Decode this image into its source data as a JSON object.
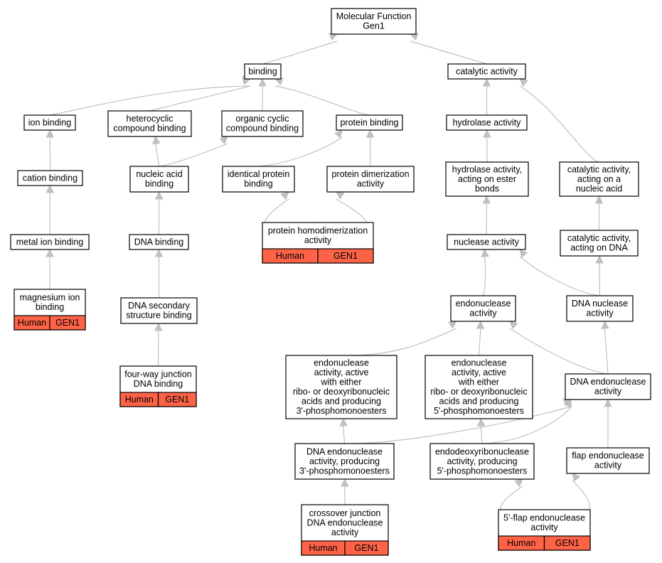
{
  "colors": {
    "annotation_fill": "#ff6347",
    "edge": "#c0c0c0",
    "node_border": "#000000"
  },
  "nodes": [
    {
      "id": "mf",
      "lines": [
        "Molecular Function",
        "Gen1"
      ]
    },
    {
      "id": "binding",
      "lines": [
        "binding"
      ]
    },
    {
      "id": "catalytic",
      "lines": [
        "catalytic activity"
      ]
    },
    {
      "id": "ion",
      "lines": [
        "ion binding"
      ]
    },
    {
      "id": "hetero",
      "lines": [
        "heterocyclic",
        "compound binding"
      ]
    },
    {
      "id": "organic",
      "lines": [
        "organic cyclic",
        "compound binding"
      ]
    },
    {
      "id": "protein",
      "lines": [
        "protein binding"
      ]
    },
    {
      "id": "hydrolase",
      "lines": [
        "hydrolase activity"
      ]
    },
    {
      "id": "cation",
      "lines": [
        "cation binding"
      ]
    },
    {
      "id": "nucleicacid",
      "lines": [
        "nucleic acid",
        "binding"
      ]
    },
    {
      "id": "identical",
      "lines": [
        "identical protein",
        "binding"
      ]
    },
    {
      "id": "dimer",
      "lines": [
        "protein dimerization",
        "activity"
      ]
    },
    {
      "id": "hydester",
      "lines": [
        "hydrolase activity,",
        "acting on ester",
        "bonds"
      ]
    },
    {
      "id": "catnuc",
      "lines": [
        "catalytic activity,",
        "acting on a",
        "nucleic acid"
      ]
    },
    {
      "id": "metal",
      "lines": [
        "metal ion binding"
      ]
    },
    {
      "id": "dnabind",
      "lines": [
        "DNA binding"
      ]
    },
    {
      "id": "homodimer",
      "lines": [
        "protein homodimerization",
        "activity"
      ],
      "annot": [
        "Human",
        "GEN1"
      ]
    },
    {
      "id": "nuclease",
      "lines": [
        "nuclease activity"
      ]
    },
    {
      "id": "catdna",
      "lines": [
        "catalytic activity,",
        "acting on DNA"
      ]
    },
    {
      "id": "magnesium",
      "lines": [
        "magnesium ion",
        "binding"
      ],
      "annot": [
        "Human",
        "GEN1"
      ]
    },
    {
      "id": "dnasec",
      "lines": [
        "DNA secondary",
        "structure binding"
      ]
    },
    {
      "id": "endo",
      "lines": [
        "endonuclease",
        "activity"
      ]
    },
    {
      "id": "dnanuc",
      "lines": [
        "DNA nuclease",
        "activity"
      ]
    },
    {
      "id": "endo3",
      "lines": [
        "endonuclease",
        "activity, active",
        "with either",
        "ribo- or deoxyribonucleic",
        "acids and producing",
        "3'-phosphomonoesters"
      ]
    },
    {
      "id": "endo5",
      "lines": [
        "endonuclease",
        "activity, active",
        "with either",
        "ribo- or deoxyribonucleic",
        "acids and producing",
        "5'-phosphomonoesters"
      ]
    },
    {
      "id": "dnaendo",
      "lines": [
        "DNA endonuclease",
        "activity"
      ]
    },
    {
      "id": "fourway",
      "lines": [
        "four-way junction",
        "DNA binding"
      ],
      "annot": [
        "Human",
        "GEN1"
      ]
    },
    {
      "id": "dnaendo3",
      "lines": [
        "DNA endonuclease",
        "activity, producing",
        "3'-phosphomonoesters"
      ]
    },
    {
      "id": "endodeoxy",
      "lines": [
        "endodeoxyribonuclease",
        "activity, producing",
        "5'-phosphomonoesters"
      ]
    },
    {
      "id": "flap",
      "lines": [
        "flap endonuclease",
        "activity"
      ]
    },
    {
      "id": "crossover",
      "lines": [
        "crossover junction",
        "DNA endonuclease",
        "activity"
      ],
      "annot": [
        "Human",
        "GEN1"
      ]
    },
    {
      "id": "flap5",
      "lines": [
        "5'-flap endonuclease",
        "activity"
      ],
      "annot": [
        "Human",
        "GEN1"
      ]
    }
  ],
  "edges": [
    [
      "binding",
      "mf"
    ],
    [
      "catalytic",
      "mf"
    ],
    [
      "ion",
      "binding"
    ],
    [
      "hetero",
      "binding"
    ],
    [
      "organic",
      "binding"
    ],
    [
      "protein",
      "binding"
    ],
    [
      "hydrolase",
      "catalytic"
    ],
    [
      "catnuc",
      "catalytic"
    ],
    [
      "cation",
      "ion"
    ],
    [
      "metal",
      "cation"
    ],
    [
      "magnesium",
      "metal"
    ],
    [
      "nucleicacid",
      "hetero"
    ],
    [
      "nucleicacid",
      "organic"
    ],
    [
      "dnabind",
      "nucleicacid"
    ],
    [
      "dnasec",
      "dnabind"
    ],
    [
      "fourway",
      "dnasec"
    ],
    [
      "identical",
      "protein"
    ],
    [
      "dimer",
      "protein"
    ],
    [
      "homodimer",
      "identical"
    ],
    [
      "homodimer",
      "dimer"
    ],
    [
      "hydester",
      "hydrolase"
    ],
    [
      "nuclease",
      "hydester"
    ],
    [
      "catdna",
      "catnuc"
    ],
    [
      "dnanuc",
      "catdna"
    ],
    [
      "dnanuc",
      "nuclease"
    ],
    [
      "endo",
      "nuclease"
    ],
    [
      "endo3",
      "endo"
    ],
    [
      "endo5",
      "endo"
    ],
    [
      "dnaendo",
      "endo"
    ],
    [
      "dnaendo",
      "dnanuc"
    ],
    [
      "dnaendo3",
      "endo3"
    ],
    [
      "dnaendo3",
      "dnaendo"
    ],
    [
      "endodeoxy",
      "endo5"
    ],
    [
      "endodeoxy",
      "dnaendo"
    ],
    [
      "flap",
      "dnaendo"
    ],
    [
      "crossover",
      "dnaendo3"
    ],
    [
      "flap5",
      "endodeoxy"
    ],
    [
      "flap5",
      "flap"
    ]
  ]
}
